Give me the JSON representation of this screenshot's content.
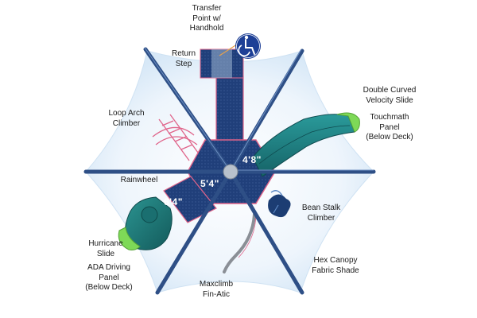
{
  "colors": {
    "canopy_fill": "#e7f1fb",
    "canopy_edge": "#d4e6f6",
    "frame_blue": "#2e4f86",
    "deck_blue": "#1f3f78",
    "slide_teal": "#1f7e82",
    "slide_green": "#7ed957",
    "rail_pink": "#e0648a",
    "ada_blue": "#1d3f96",
    "leaf_dark": "#173867"
  },
  "icons": {
    "ada": "wheelchair-icon"
  },
  "labels": {
    "transfer_point": [
      "Transfer",
      "Point w/",
      "Handhold"
    ],
    "return_step": [
      "Return",
      "Step"
    ],
    "double_curved": [
      "Double Curved",
      "Velocity Slide"
    ],
    "touchmath": [
      "Touchmath",
      "Panel",
      "(Below Deck)"
    ],
    "loop_arch": [
      "Loop Arch",
      "Climber"
    ],
    "rainwheel": [
      "Rainwheel"
    ],
    "bean_stalk": [
      "Bean Stalk",
      "Climber"
    ],
    "hurricane": [
      "Hurricane",
      "Slide"
    ],
    "ada_driving": [
      "ADA Driving",
      "Panel",
      "(Below Deck)"
    ],
    "hex_canopy": [
      "Hex Canopy",
      "Fabric Shade"
    ],
    "maxclimb": [
      "Maxclimb",
      "Fin-Atic"
    ]
  },
  "dimensions": {
    "deck_right": "4'8\"",
    "deck_center": "5'4\"",
    "deck_left": "6'4\""
  }
}
